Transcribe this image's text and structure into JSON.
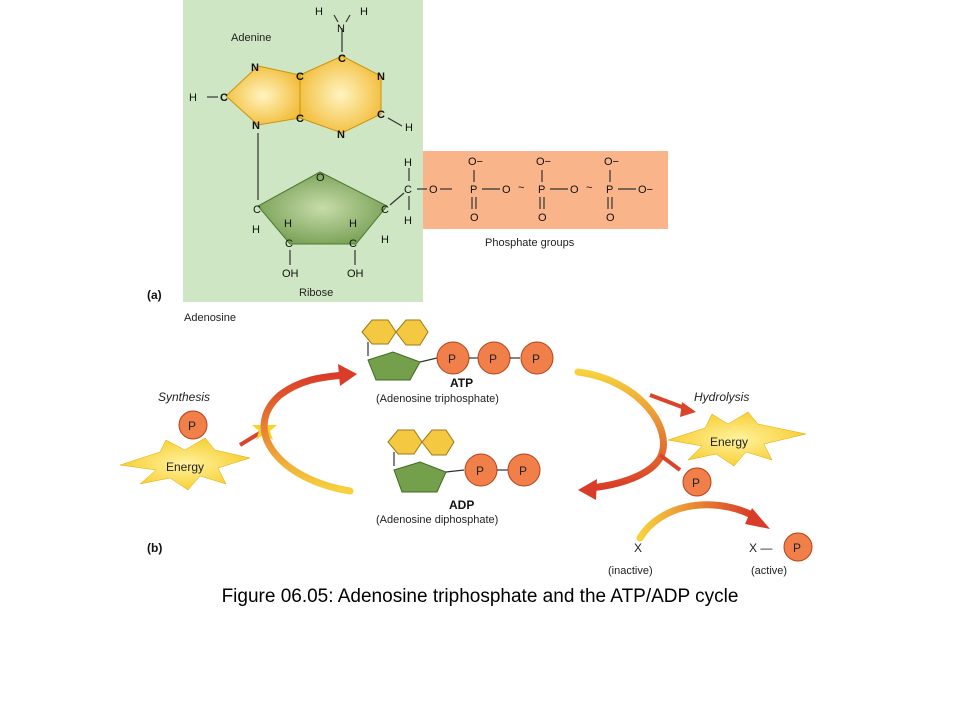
{
  "part_a": {
    "label": "(a)",
    "adenine_label": "Adenine",
    "adenosine_label": "Adenosine",
    "ribose_label": "Ribose",
    "phosphate_label": "Phosphate groups",
    "atoms": {
      "C": "C",
      "N": "N",
      "H": "H",
      "O": "O",
      "OH": "OH",
      "O_minus": "O−",
      "P": "P",
      "tilde": "~",
      "dash": "—"
    }
  },
  "part_b": {
    "label": "(b)",
    "synthesis": "Synthesis",
    "hydrolysis": "Hydrolysis",
    "energy": "Energy",
    "p": "P",
    "atp": "ATP",
    "atp_full": "(Adenosine triphosphate)",
    "adp": "ADP",
    "adp_full": "(Adenosine diphosphate)",
    "x": "X",
    "x_bond": "X —",
    "inactive": "(inactive)",
    "active": "(active)"
  },
  "caption": "Figure 06.05: Adenosine triphosphate and the ATP/ADP cycle",
  "colors": {
    "adenosine_bg": "#cfe6c4",
    "phosphate_bg": "#f9b48a",
    "adenine_ring": "#f6cf4c",
    "ribose_ring": "#8cb066",
    "phosphate_circle": "#f07f4a",
    "arrow_red": "#d8452a",
    "arrow_yellow": "#f5c93a",
    "energy_burst": "#f8d32f"
  }
}
